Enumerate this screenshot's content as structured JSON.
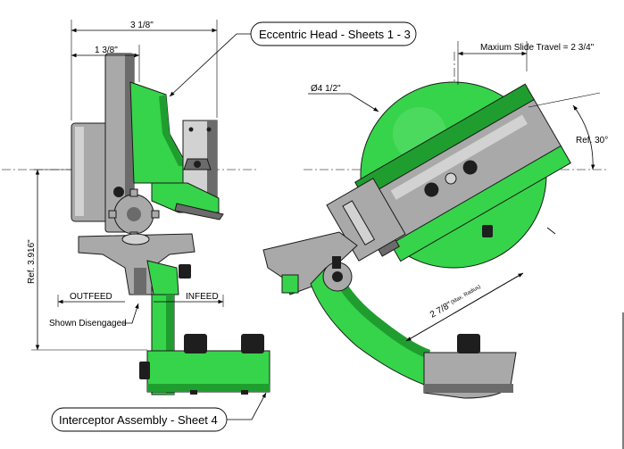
{
  "callouts": {
    "eccentric_head": "Eccentric Head - Sheets 1 - 3",
    "interceptor": "Interceptor Assembly - Sheet 4"
  },
  "dimensions": {
    "overall_width": "3 1/8\"",
    "partial_width": "1 3/8\"",
    "ref_height": "Ref. 3.916\"",
    "outfeed": "OUTFEED",
    "infeed": "INFEED",
    "shown_disengaged": "Shown Disengaged",
    "diameter": "Ø4 1/2\"",
    "max_slide_travel": "Maxium Slide Travel = 2 3/4\"",
    "ref_angle": "Ref. 30°",
    "radius": "2 7/8\"",
    "radius_note": "(Max. Radius)"
  },
  "colors": {
    "green": "#36d44a",
    "green_dark": "#1f9e2f",
    "steel": "#a9a9a9",
    "black": "#1e1e1e"
  }
}
